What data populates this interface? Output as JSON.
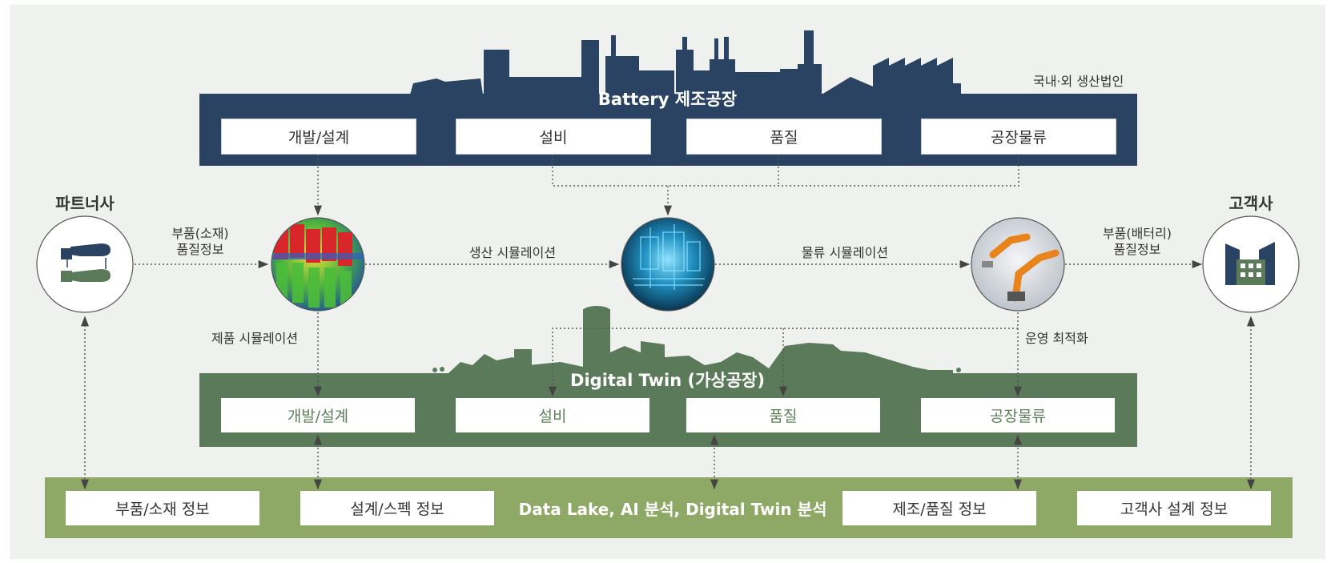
{
  "colors": {
    "background": "#eff1ee",
    "factory_navy": "#2b4363",
    "twin_green": "#5b7a5a",
    "lake_green": "#8ea865",
    "arrow": "#444444"
  },
  "factory": {
    "title": "Battery 제조공장",
    "note": "국내·외 생산법인",
    "boxes": [
      "개발/설계",
      "설비",
      "품질",
      "공장물류"
    ]
  },
  "twin": {
    "title": "Digital Twin (가상공장)",
    "boxes": [
      "개발/설계",
      "설비",
      "품질",
      "공장물류"
    ]
  },
  "lake": {
    "title": "Data Lake, AI 분석, Digital Twin 분석",
    "boxes": [
      "부품/소재 정보",
      "설계/스펙 정보",
      "제조/품질 정보",
      "고객사 설계 정보"
    ]
  },
  "partner": {
    "title": "파트너사",
    "icon": "handshake-icon"
  },
  "customer": {
    "title": "고객사",
    "icon": "building-icon"
  },
  "flows": {
    "partner_to_product": [
      "부품(소재)",
      "품질정보"
    ],
    "production_sim": "생산 시뮬레이션",
    "logistics_sim": "물류 시뮬레이션",
    "to_customer": [
      "부품(배터리)",
      "품질정보"
    ],
    "product_sim": "제품 시뮬레이션",
    "operation_opt": "운영 최적화"
  },
  "images": {
    "battery_cells": "battery-cells-image",
    "digital_hologram": "digital-factory-image",
    "robot_arm": "robot-arm-image"
  }
}
